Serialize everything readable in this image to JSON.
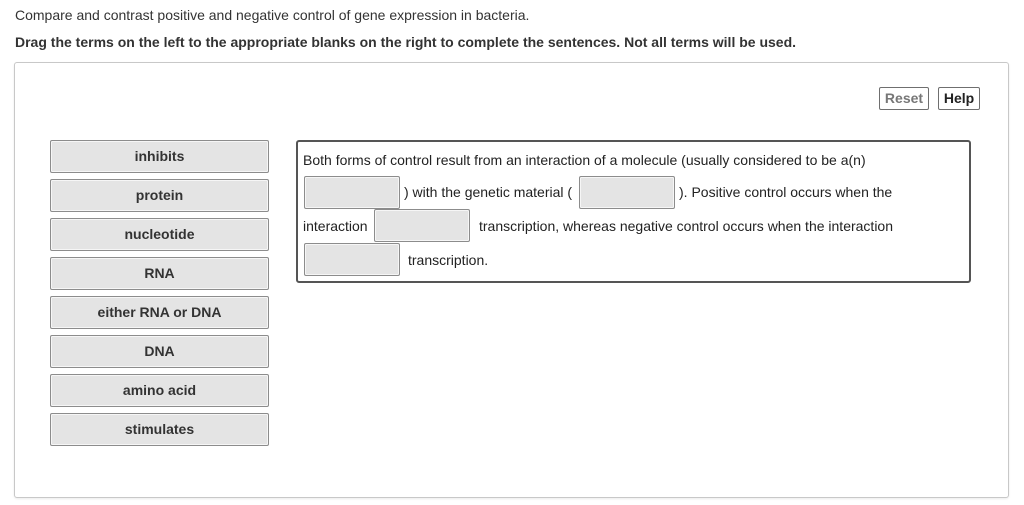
{
  "question": "Compare and contrast positive and negative control of gene expression in bacteria.",
  "instruction": "Drag the terms on the left to the appropriate blanks on the right to complete the sentences. Not all terms will be used.",
  "toolbar": {
    "reset_label": "Reset",
    "help_label": "Help"
  },
  "terms": [
    "inhibits",
    "protein",
    "nucleotide",
    "RNA",
    "either RNA or DNA",
    "DNA",
    "amino acid",
    "stimulates"
  ],
  "sentence": {
    "seg1": "Both forms of control result from an interaction of a molecule (usually considered to be a(n)",
    "seg2": ") with the genetic material (",
    "seg3": "). Positive control occurs when the",
    "seg4": "interaction",
    "seg5": "transcription, whereas negative control occurs when the interaction",
    "seg6": "transcription."
  }
}
